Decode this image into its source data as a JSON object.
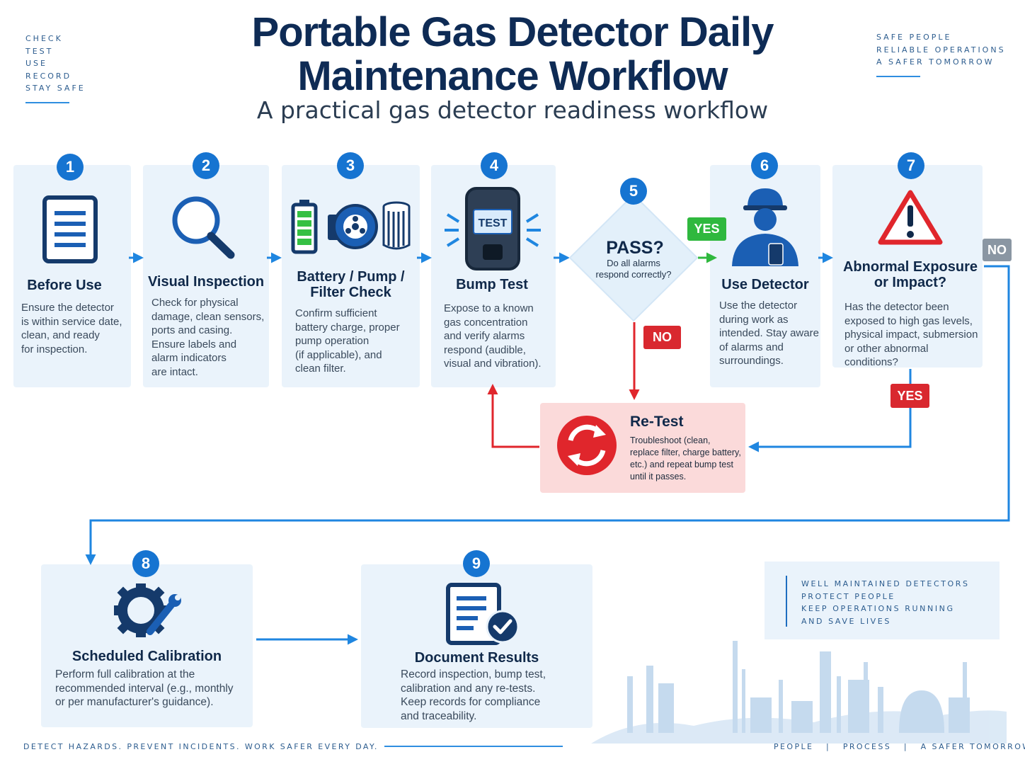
{
  "title_line1": "Portable Gas Detector Daily",
  "title_line2": "Maintenance Workflow",
  "subtitle": "A practical gas detector readiness workflow",
  "top_left_list": [
    "CHECK",
    "TEST",
    "USE",
    "RECORD",
    "STAY SAFE"
  ],
  "top_right_list": [
    "SAFE PEOPLE",
    "RELIABLE OPERATIONS",
    "A SAFER TOMORROW"
  ],
  "steps": [
    {
      "num": "1",
      "title": "Before Use",
      "desc": [
        "Ensure the detector",
        "is within service date,",
        "clean, and ready",
        "for inspection."
      ]
    },
    {
      "num": "2",
      "title": "Visual Inspection",
      "desc": [
        "Check for physical",
        "damage, clean sensors,",
        "ports and casing.",
        "Ensure labels and",
        "alarm indicators",
        "are intact."
      ]
    },
    {
      "num": "3",
      "title_lines": [
        "Battery / Pump /",
        "Filter Check"
      ],
      "desc": [
        "Confirm sufficient",
        "battery charge, proper",
        "pump operation",
        "(if applicable), and",
        "clean filter."
      ]
    },
    {
      "num": "4",
      "title": "Bump Test",
      "desc": [
        "Expose to a known",
        "gas concentration",
        "and verify alarms",
        "respond (audible,",
        "visual and vibration)."
      ]
    },
    {
      "num": "5",
      "title": "PASS?",
      "desc": [
        "Do all alarms",
        "respond correctly?"
      ]
    },
    {
      "num": "6",
      "title": "Use Detector",
      "desc": [
        "Use the detector",
        "during work as",
        "intended. Stay aware",
        "of alarms and",
        "surroundings."
      ]
    },
    {
      "num": "7",
      "title_lines": [
        "Abnormal Exposure",
        "or Impact?"
      ],
      "desc": [
        "Has the detector been",
        "exposed to high gas levels,",
        "physical impact, submersion",
        "or other abnormal conditions?"
      ]
    },
    {
      "num": "8",
      "title": "Scheduled Calibration",
      "desc": [
        "Perform full calibration at the",
        "recommended interval (e.g., monthly",
        "or per manufacturer's guidance)."
      ]
    },
    {
      "num": "9",
      "title": "Document Results",
      "desc": [
        "Record inspection, bump test,",
        "calibration and any re-tests.",
        "Keep records for compliance",
        "and traceability."
      ]
    }
  ],
  "device_screen_text": "TEST",
  "retest": {
    "title": "Re-Test",
    "desc": [
      "Troubleshoot (clean,",
      "replace filter, charge battery,",
      "etc.) and repeat bump test",
      "until it passes."
    ]
  },
  "labels": {
    "yes": "YES",
    "no": "NO"
  },
  "quote_lines": [
    "WELL MAINTAINED DETECTORS",
    "PROTECT PEOPLE",
    "KEEP OPERATIONS RUNNING",
    "AND SAVE LIVES"
  ],
  "footer_left": "DETECT HAZARDS. PREVENT INCIDENTS. WORK SAFER EVERY DAY.",
  "footer_right": "PEOPLE   |   PROCESS   |   A SAFER TOMORROW",
  "colors": {
    "navy": "#0e2b55",
    "accent_blue": "#1674d1",
    "card_bg": "#eaf3fb",
    "yes_green": "#2fb83e",
    "no_red": "#d9282f",
    "neutral_gray": "#8a96a3",
    "retest_bg": "#fbdada"
  }
}
